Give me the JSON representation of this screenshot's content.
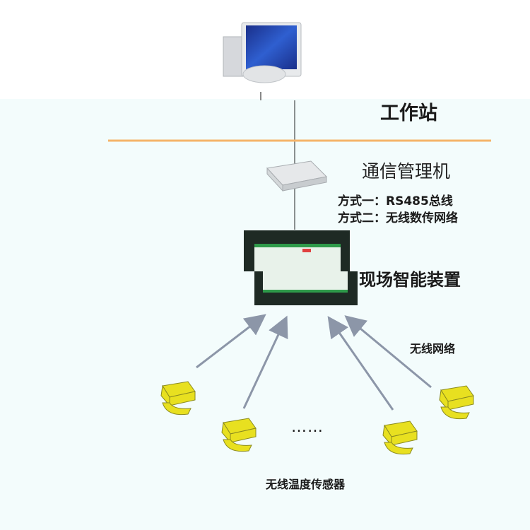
{
  "workstation": {
    "label": "工作站"
  },
  "comm_manager": {
    "label": "通信管理机",
    "mode1": "方式一：RS485总线",
    "mode2": "方式二：无线数传网络"
  },
  "field_device": {
    "label": "现场智能装置"
  },
  "wireless_network": {
    "label": "无线网络"
  },
  "sensors": {
    "label": "无线温度传感器",
    "ellipsis": "……"
  },
  "colors": {
    "divider": "#f5b46a",
    "sensor": "#e8e020",
    "arrow": "#8c96a8",
    "screen": "#1e2a24"
  }
}
